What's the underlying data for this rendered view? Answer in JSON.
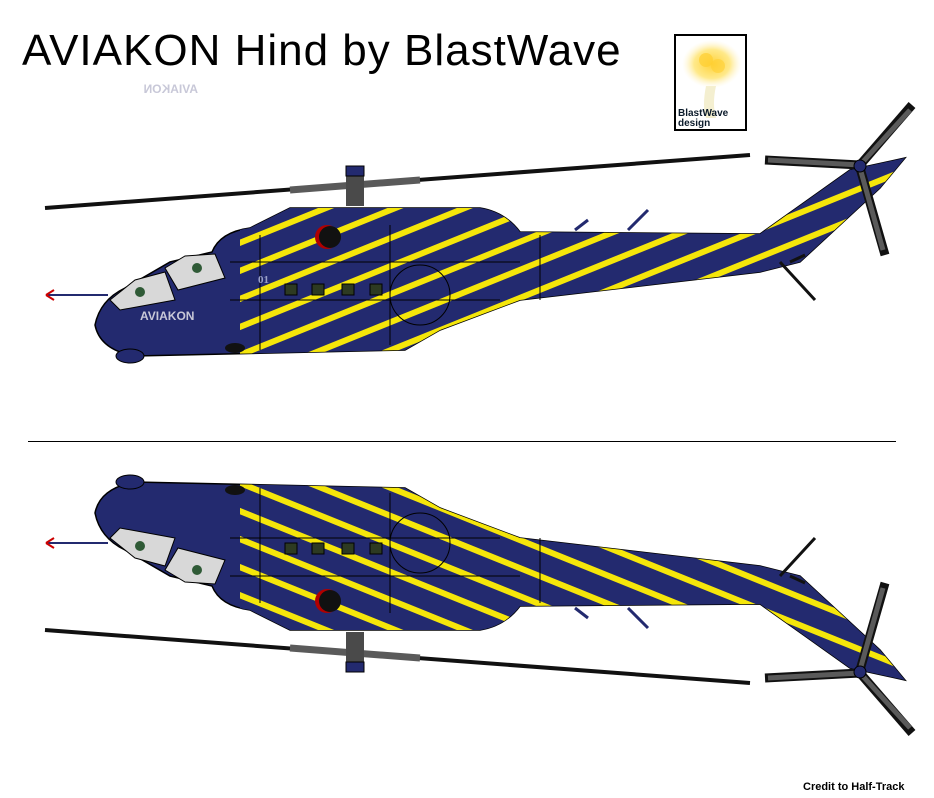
{
  "title": "AVIAKON Hind by BlastWave",
  "logo": {
    "line1": "BlastWave",
    "line2": "design"
  },
  "credit": "Credit to Half-Track",
  "aircraft": {
    "fuselage_text": "AVIAKON",
    "number": "01",
    "colors": {
      "fuselage": "#232a6f",
      "stripe": "#f5e60a",
      "canopy": "#d8d8d8",
      "rotor": "#111111",
      "blade_gray": "#5a5a5a",
      "insignia_red": "#b00000"
    }
  },
  "views": [
    {
      "name": "top"
    },
    {
      "name": "bottom"
    }
  ]
}
